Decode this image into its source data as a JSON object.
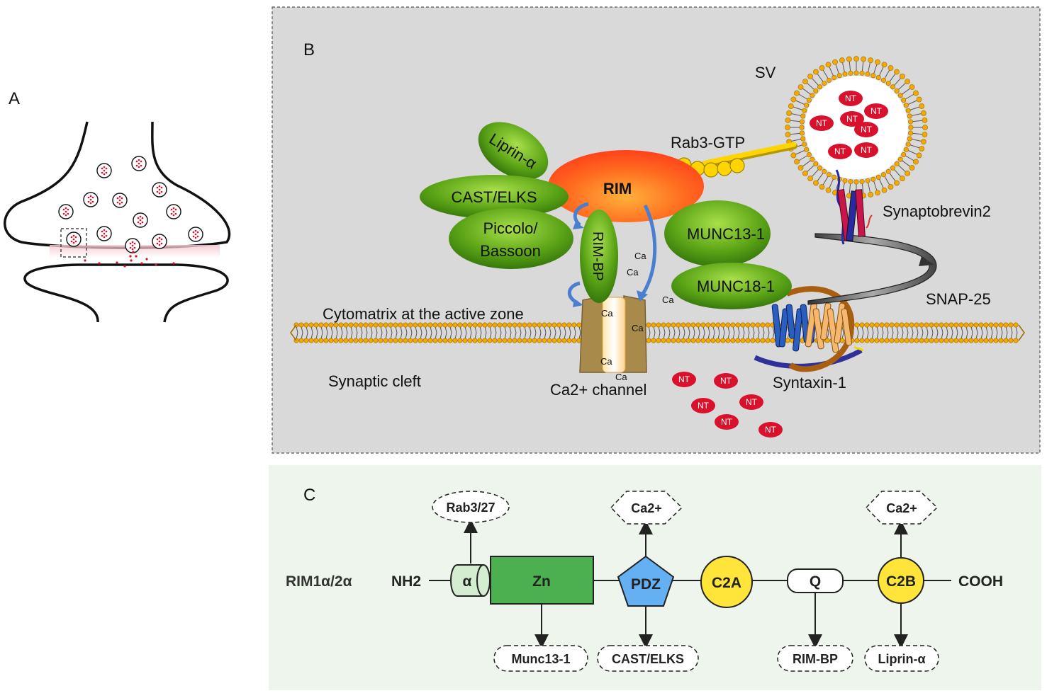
{
  "panels": {
    "a": {
      "label": "A",
      "bg_color": "#ffffff"
    },
    "b": {
      "label": "B",
      "bg_color": "#d9d9d9",
      "labels": {
        "sv": "SV",
        "rab3_gtp": "Rab3-GTP",
        "rim": "RIM",
        "liprin": "Liprin-α",
        "cast_elks": "CAST/ELKS",
        "piccolo_line1": "Piccolo/",
        "piccolo_line2": "Bassoon",
        "rim_bp": "RIM-BP",
        "munc13": "MUNC13-1",
        "munc18": "MUNC18-1",
        "synaptobrevin": "Synaptobrevin2",
        "snap25": "SNAP-25",
        "syntaxin": "Syntaxin-1",
        "cytomatrix": "Cytomatrix at the active zone",
        "cleft": "Synaptic cleft",
        "channel": "Ca2+ channel",
        "nt": "NT",
        "ca": "Ca"
      },
      "colors": {
        "rim": "#ff5a1f",
        "green_protein": "#5aa316",
        "nt": "#d9112c",
        "lipid_head": "#f2a900",
        "bilayer_tail": "#555555"
      }
    },
    "c": {
      "label": "C",
      "bg_color": "#eef5ec",
      "row_label": "RIM1α/2α",
      "nterm": "NH2",
      "cterm": "COOH",
      "domains": {
        "alpha": "α",
        "zn": "Zn",
        "pdz": "PDZ",
        "c2a": "C2A",
        "q": "Q",
        "c2b": "C2B"
      },
      "partners_top": {
        "rab": "Rab3/27",
        "ca_pdz": "Ca2+",
        "ca_c2b": "Ca2+"
      },
      "partners_bottom": {
        "munc13": "Munc13-1",
        "cast": "CAST/ELKS",
        "rimbp": "RIM-BP",
        "liprin": "Liprin-α"
      },
      "colors": {
        "alpha": "#d4ecd0",
        "zn": "#4caf50",
        "pdz": "#64b0f2",
        "c2": "#ffe53a",
        "q": "#ffffff"
      }
    }
  }
}
